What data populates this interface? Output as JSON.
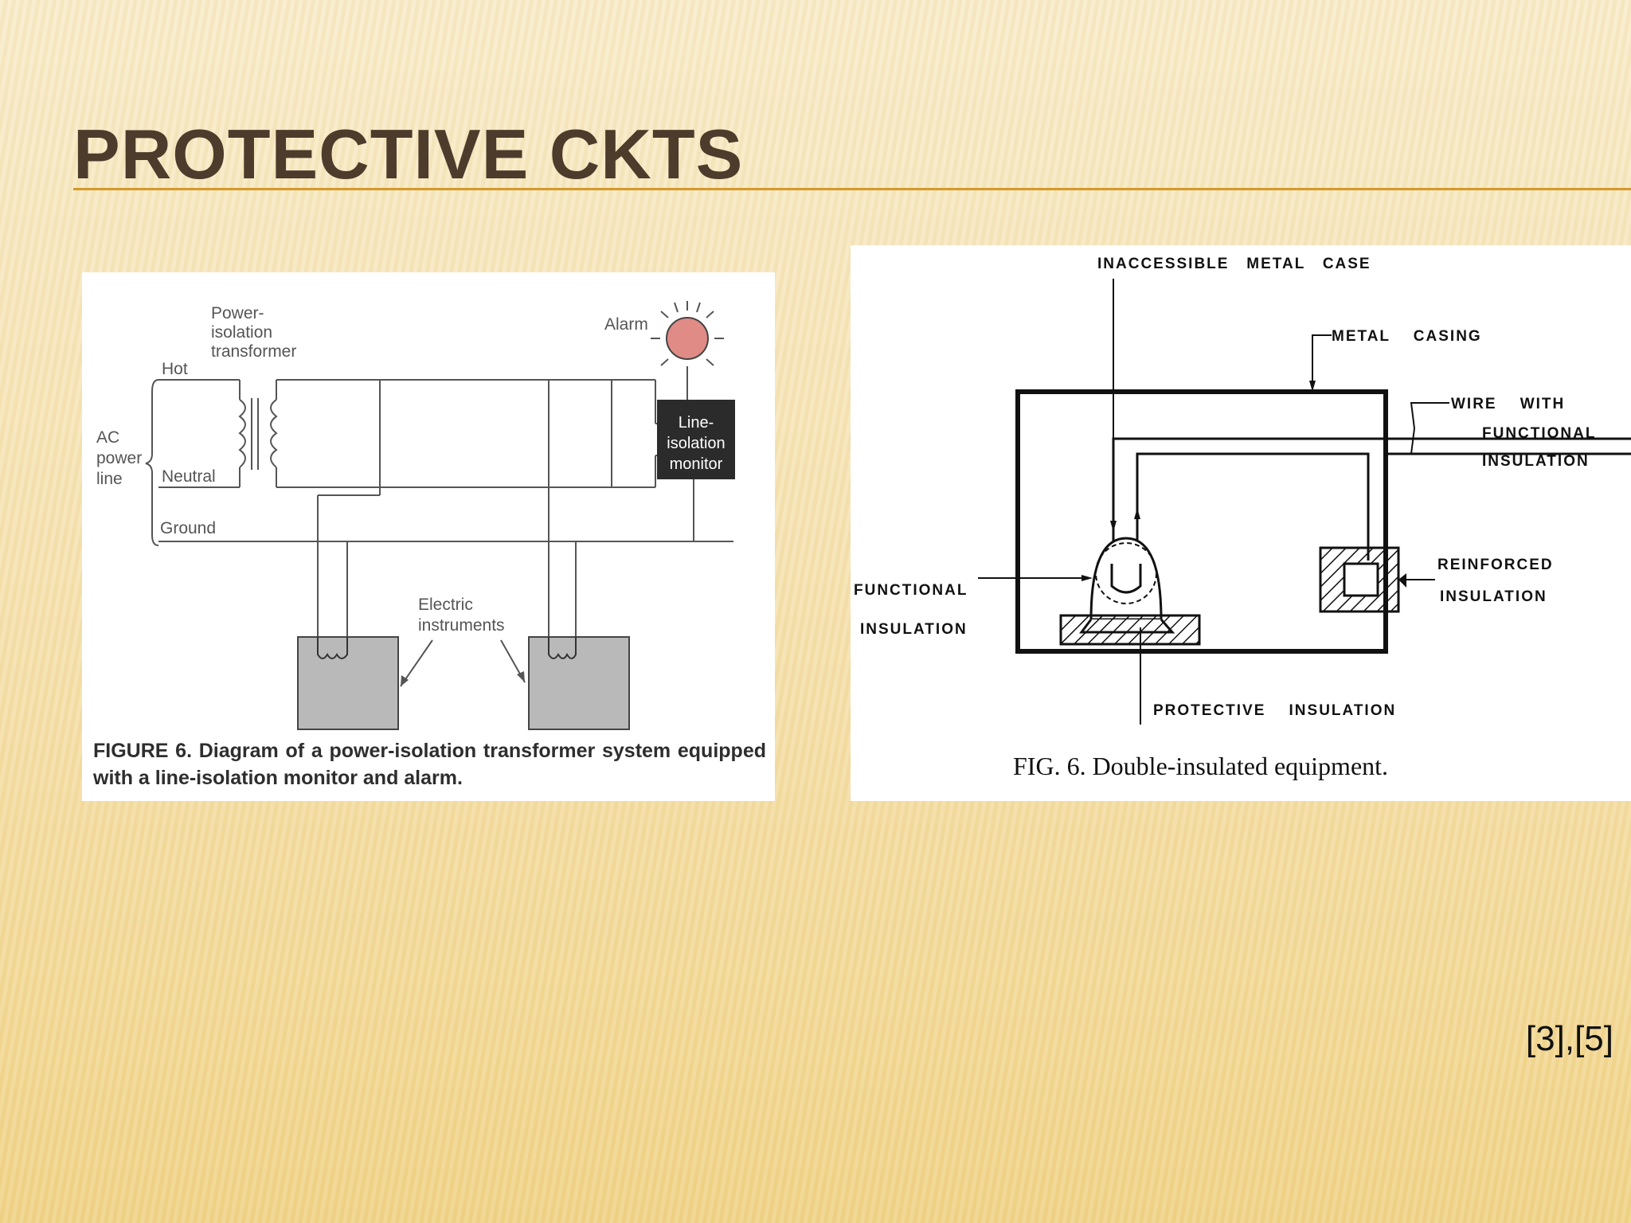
{
  "slide": {
    "title": "PROTECTIVE CKTS",
    "citation": "[3],[5]"
  },
  "figure_left": {
    "labels": {
      "transformer_l1": "Power-",
      "transformer_l2": "isolation",
      "transformer_l3": "transformer",
      "hot": "Hot",
      "ac_l1": "AC",
      "ac_l2": "power",
      "ac_l3": "line",
      "neutral": "Neutral",
      "ground": "Ground",
      "alarm": "Alarm",
      "monitor_l1": "Line-",
      "monitor_l2": "isolation",
      "monitor_l3": "monitor",
      "instruments_l1": "Electric",
      "instruments_l2": "instruments"
    },
    "caption": "FIGURE 6. Diagram of a power-isolation transformer system equipped with a line-isolation monitor and alarm.",
    "colors": {
      "alarm": "#e08b86",
      "instrument_box": "#b9b9b9",
      "monitor_box": "#2b2b2b"
    }
  },
  "figure_right": {
    "labels": {
      "inaccessible_case": "INACCESSIBLE   METAL   CASE",
      "metal_casing": "METAL    CASING",
      "wire_l1": "WIRE    WITH",
      "wire_l2": "FUNCTIONAL",
      "wire_l3": "INSULATION",
      "reinforced_l1": "REINFORCED",
      "reinforced_l2": "INSULATION",
      "functional_l1": "FUNCTIONAL",
      "functional_l2": "INSULATION",
      "protective": "PROTECTIVE    INSULATION"
    },
    "caption": "FIG. 6. Double-insulated equipment."
  }
}
